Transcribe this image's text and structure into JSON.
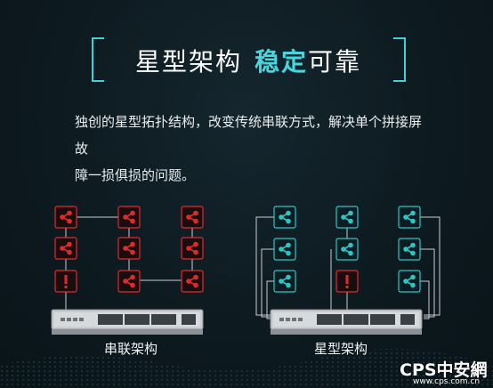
{
  "header": {
    "title_part1": "星型架构",
    "title_highlight": "稳定",
    "title_part2": "可靠"
  },
  "description": {
    "line1": "独创的星型拓扑结构，改变传统串联方式，解决单个拼接屏故",
    "line2": "障一损俱损的问题。"
  },
  "diagrams": {
    "serial_label": "串联架构",
    "star_label": "星型架构"
  },
  "watermark": {
    "logo_text": "CPS中安網",
    "url": "www.cps.com.cn"
  },
  "colors": {
    "accent": "#3fd0d8",
    "fault_red": "#e02b2b",
    "ok_teal": "#2ec4c7"
  },
  "icons": {
    "node": "share-icon",
    "fault": "exclamation-icon"
  }
}
